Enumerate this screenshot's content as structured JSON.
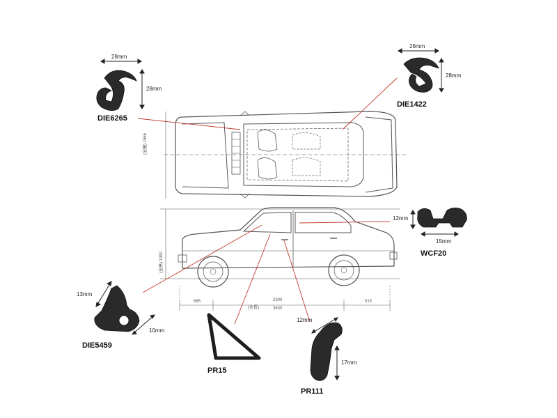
{
  "parts": {
    "die6265": {
      "code": "DIE6265",
      "width": "28mm",
      "height": "28mm"
    },
    "die1422": {
      "code": "DIE1422",
      "width": "26mm",
      "height": "28mm"
    },
    "wcf20": {
      "code": "WCF20",
      "width": "15mm",
      "height": "12mm"
    },
    "die5459": {
      "code": "DIE5459",
      "width": "10mm",
      "height": "13mm"
    },
    "pr15": {
      "code": "PR15"
    },
    "pr111": {
      "code": "PR111",
      "width": "12mm",
      "height": "17mm"
    }
  },
  "drawing_dims": {
    "front_overhang": "685",
    "wheelbase": "2300",
    "total_label": "(全長)",
    "total_length": "3630",
    "rear_overhang": "515",
    "top_width": "(全幅) 1565",
    "side_height": "(全高) 1390"
  },
  "colors": {
    "leader": "#c0392b",
    "seal": "#2a2a2a",
    "drawing": "#555555"
  }
}
